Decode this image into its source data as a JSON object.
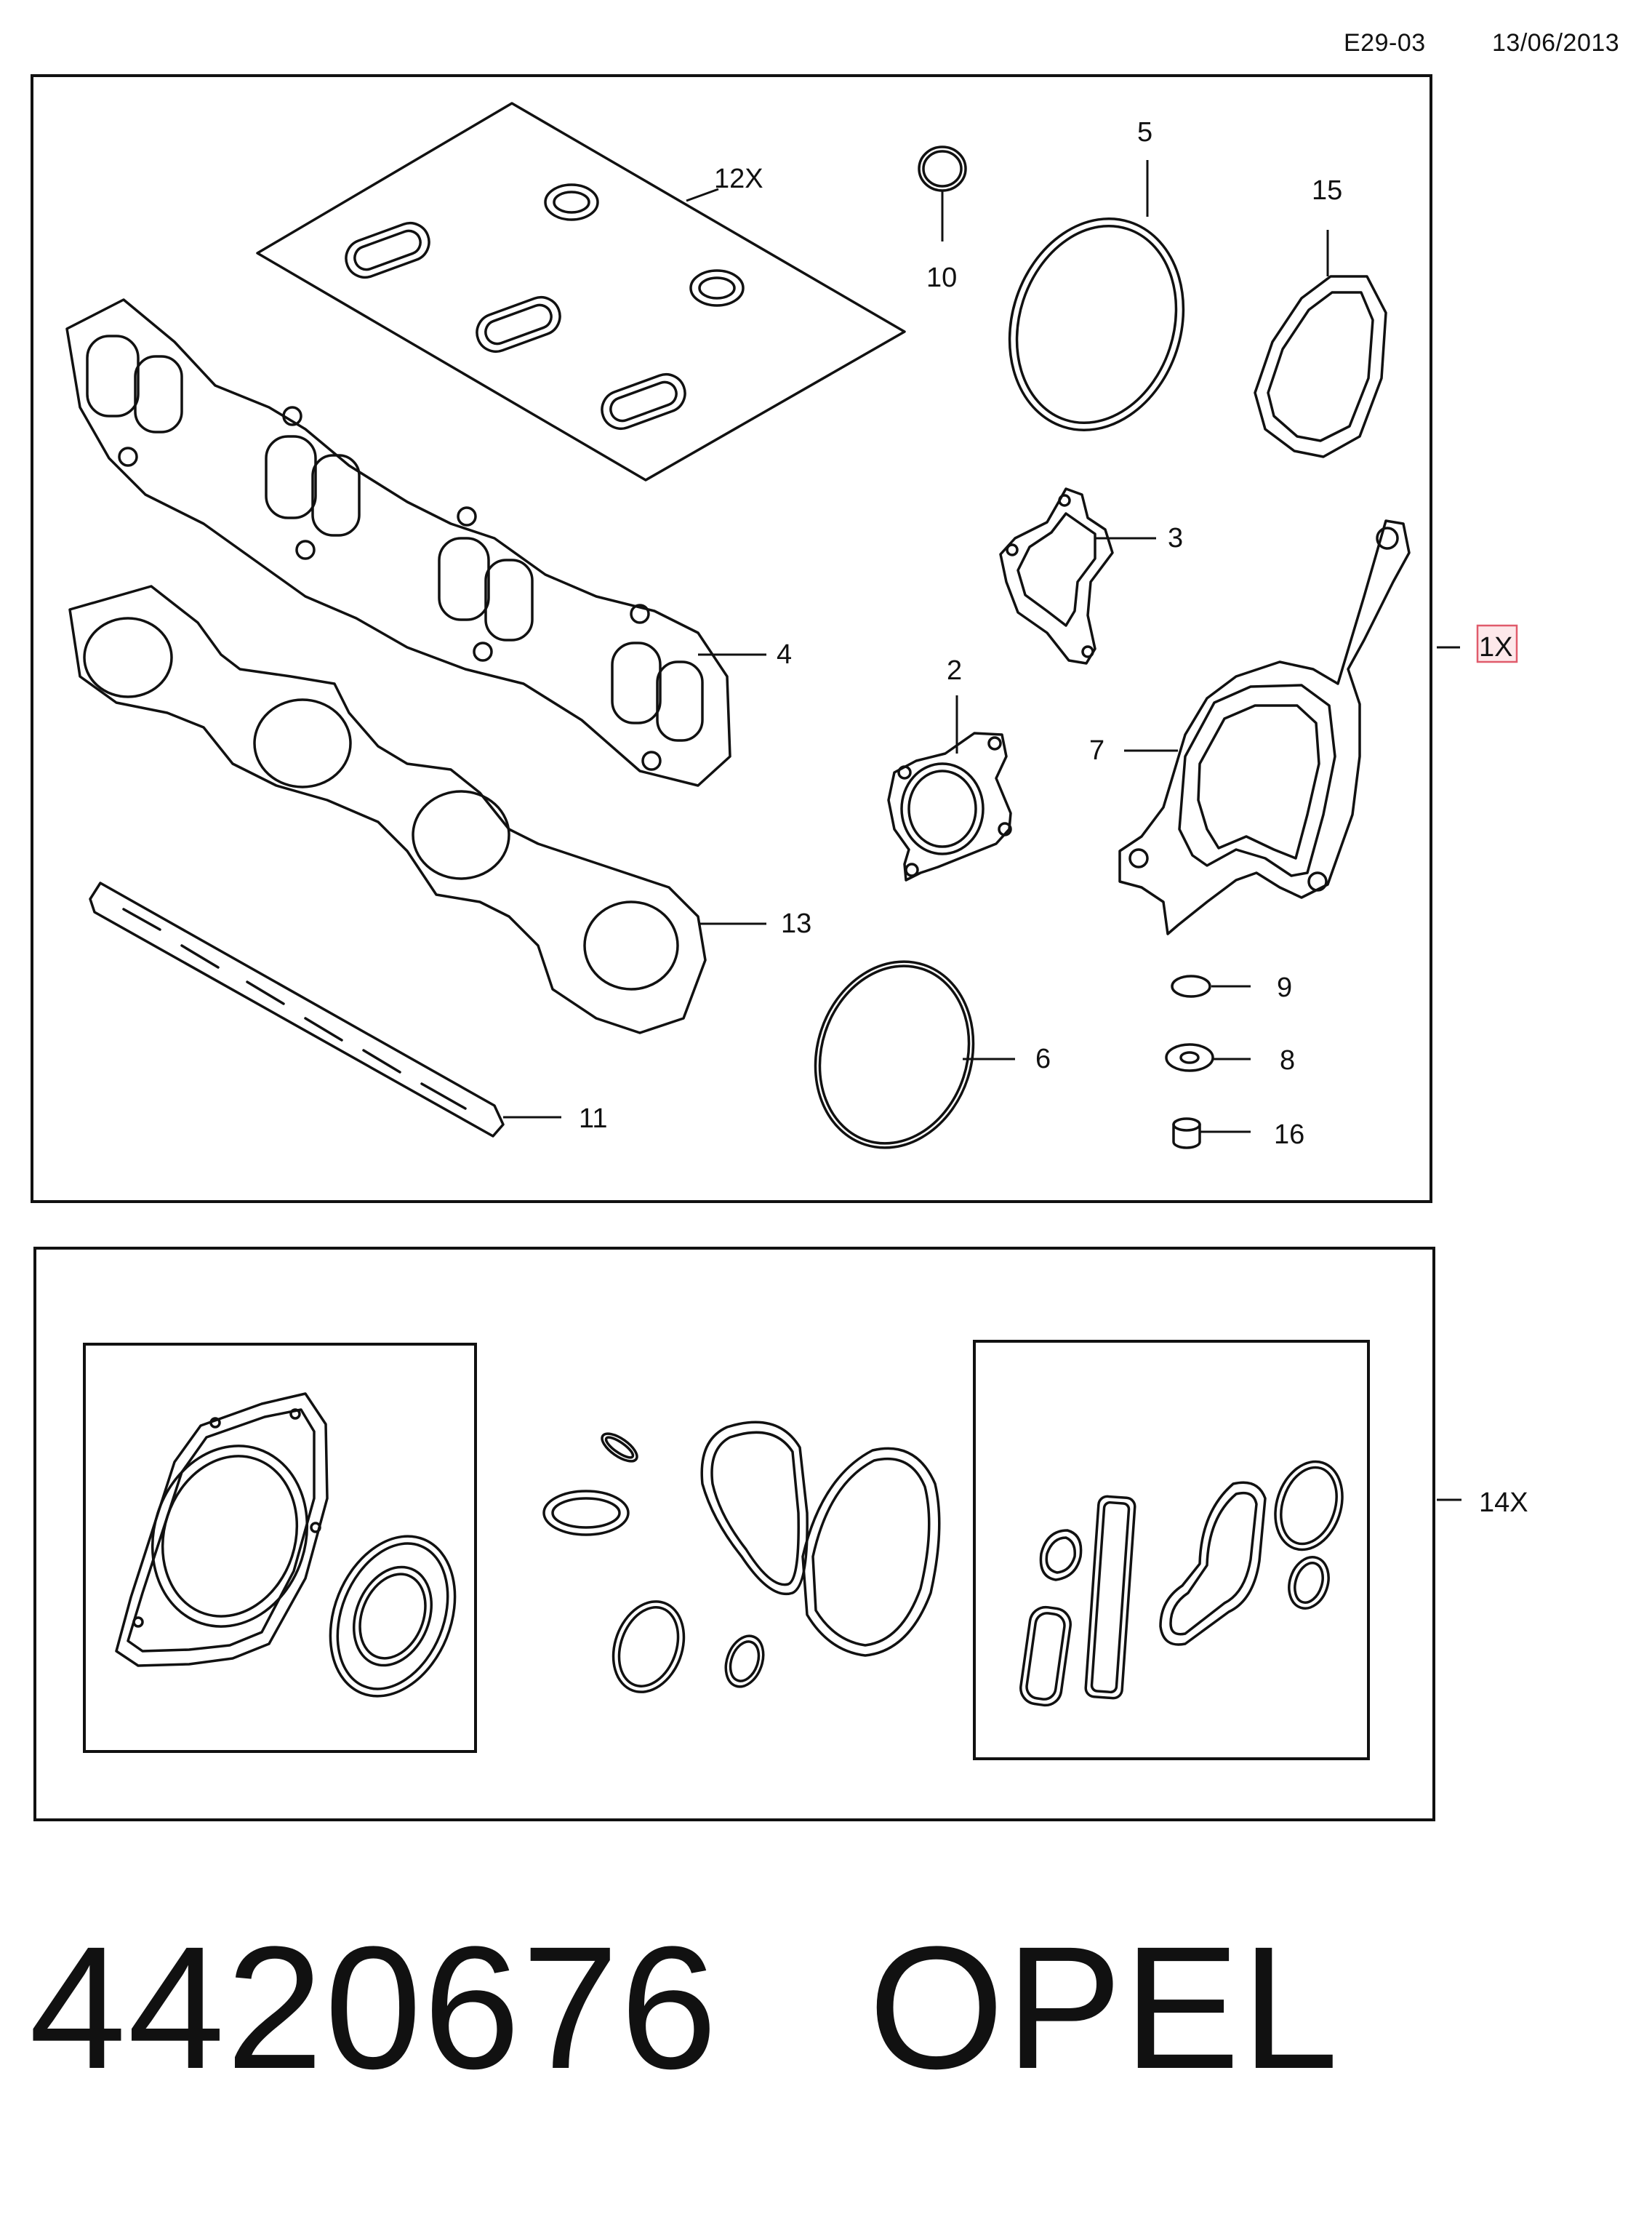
{
  "header": {
    "code": "E29-03",
    "date": "13/06/2013"
  },
  "callouts": {
    "c12x": "12X",
    "c10": "10",
    "c5": "5",
    "c15": "15",
    "c3": "3",
    "c4": "4",
    "c1x": "1X",
    "c2": "2",
    "c7": "7",
    "c13": "13",
    "c9": "9",
    "c6": "6",
    "c8": "8",
    "c11": "11",
    "c16": "16",
    "c14x": "14X"
  },
  "footer": {
    "part_number": "4420676",
    "brand": "OPEL"
  }
}
